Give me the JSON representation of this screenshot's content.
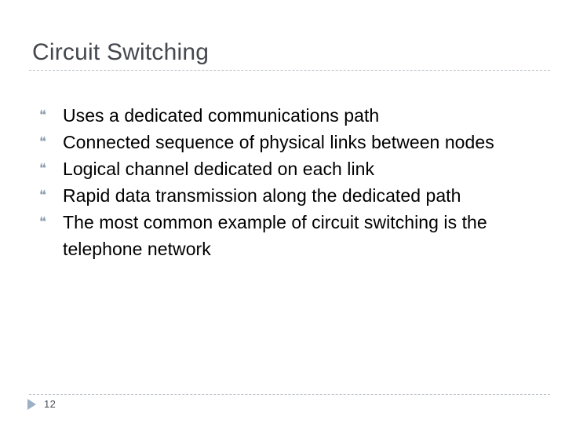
{
  "slide": {
    "title": "Circuit Switching",
    "bullet_glyph": "❝",
    "bullets": [
      "Uses a dedicated communications path",
      "Connected sequence of physical links between nodes",
      "Logical channel dedicated on each link",
      "Rapid data transmission along the dedicated path",
      "The most common example of circuit switching is the telephone network"
    ],
    "footer": {
      "page_number": "12",
      "nav_icon": "play-triangle-icon"
    },
    "colors": {
      "background": "#ffffff",
      "title": "#44474d",
      "body_text": "#000000",
      "bullet_marker": "#8fa0b2",
      "rule": "#b9c0c7",
      "footer_accent": "#9bb0c4",
      "page_number": "#4a4d53"
    }
  }
}
